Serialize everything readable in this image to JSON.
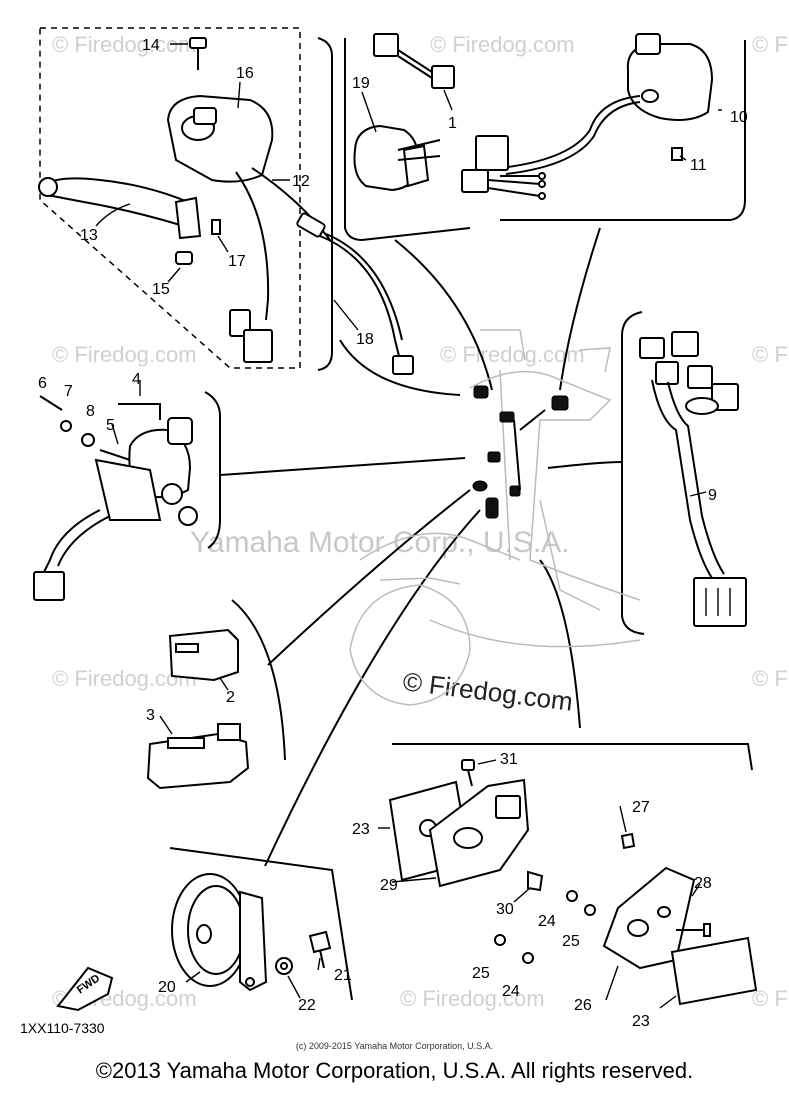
{
  "callouts": {
    "c1": "1",
    "c2": "2",
    "c3": "3",
    "c4": "4",
    "c5": "5",
    "c6": "6",
    "c7": "7",
    "c8": "8",
    "c9": "9",
    "c10": "10",
    "c11": "11",
    "c12": "12",
    "c13": "13",
    "c14": "14",
    "c15": "15",
    "c16": "16",
    "c17": "17",
    "c18": "18",
    "c19": "19",
    "c20": "20",
    "c21": "21",
    "c22": "22",
    "c23a": "23",
    "c23b": "23",
    "c24a": "24",
    "c24b": "24",
    "c25a": "25",
    "c25b": "25",
    "c26": "26",
    "c27": "27",
    "c28": "28",
    "c29": "29",
    "c30": "30",
    "c31": "31"
  },
  "watermark": {
    "brand": "© Firedog.com",
    "center": "Yamaha Motor Corp., U.S.A.",
    "dark": "© Firedog.com"
  },
  "fwd_label": "FWD",
  "diagram_code": "1XX110-7330",
  "small_copyright": "(c) 2009-2015 Yamaha Motor Corporation, U.S.A.",
  "footer": "©2013 Yamaha Motor Corporation, U.S.A. All rights reserved."
}
